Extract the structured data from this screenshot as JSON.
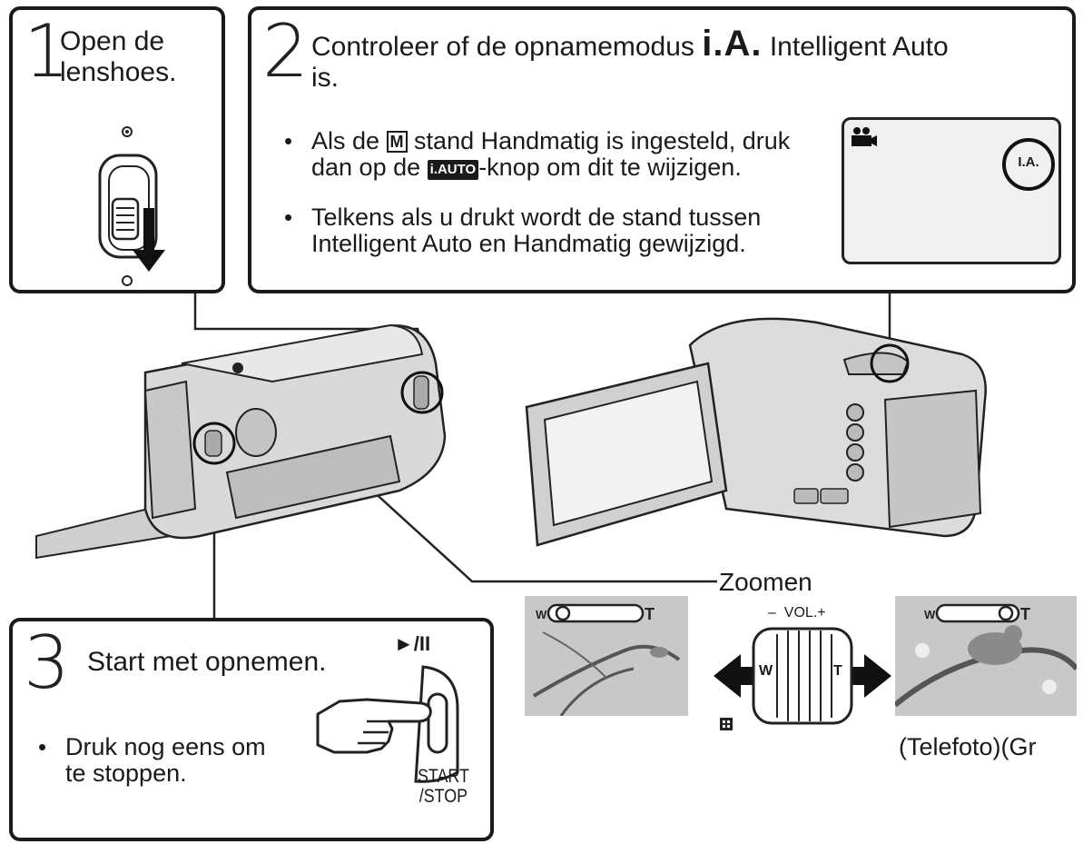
{
  "step1": {
    "number": "1",
    "text": "Open de\nlenshoes."
  },
  "step2": {
    "number": "2",
    "text_before": "Controleer of de opnamemodus ",
    "ia_symbol": "i.A.",
    "text_after": " Intelligent Auto\nis.",
    "bullet1_part1": "Als de ",
    "bullet1_m": "M",
    "bullet1_part2": " stand Handmatig is ingesteld, druk\ndan op de ",
    "bullet1_key": "i.AUTO",
    "bullet1_part3": "-knop om dit te wijzigen.",
    "bullet2": "Telkens als u drukt wordt de stand tussen\nIntelligent Auto en Handmatig gewijzigd.",
    "screen_label": "I.A."
  },
  "step3": {
    "number": "3",
    "text": "Start met opnemen.",
    "bullet": "Druk nog eens om\nte stoppen.",
    "play_label": "►/II",
    "button_label": "START\n/STOP"
  },
  "zoom": {
    "label": "Zoomen",
    "vol_label": "–  VOL.+",
    "w_label": "W",
    "t_label": "T",
    "caption": "(Telefoto)(Gr"
  },
  "colors": {
    "outline": "#1a1a1a",
    "body": "#d9d9d9",
    "screen": "#f0f0f0",
    "photo": "#c8c8c8"
  }
}
